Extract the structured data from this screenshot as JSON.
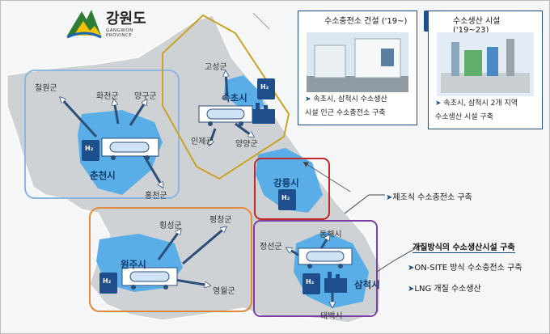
{
  "logo": {
    "name_kr": "강원도",
    "name_en": "GANGWON PROVINCE"
  },
  "callouts": {
    "station": {
      "title": "수소충전소 건설 ('19~)",
      "line1": "속초시, 삼척시 수소생산",
      "line2": "시설 인근 수소충전소 구축"
    },
    "production": {
      "title": "수소생산 시설 ('19~23)",
      "line1": "속초시, 삼척시 2개 지역",
      "line2": "수소생산 시설 구축"
    }
  },
  "regions": {
    "chuncheon": {
      "hub": "춘천시",
      "towns": [
        "철원군",
        "화천군",
        "양구군",
        "홍천군"
      ]
    },
    "sokcho": {
      "hub": "속초시",
      "towns": [
        "고성군",
        "인제군",
        "양양군"
      ]
    },
    "gangneung": {
      "hub": "강릉시"
    },
    "wonju": {
      "hub": "원주시",
      "towns": [
        "횡성군",
        "평창군",
        "영월군"
      ]
    },
    "samcheok": {
      "hub": "삼척시",
      "towns": [
        "동해시",
        "정선군",
        "태백시"
      ]
    }
  },
  "notes": {
    "gangneung": "제조식 수소충전소 구축",
    "samcheok_title": "개질방식의 수소생산시설 구축",
    "samcheok_item1": "ON-SITE 방식 수소충전소 구축",
    "samcheok_item2": "LNG 개질 수소생산"
  },
  "icon_text": "H₂",
  "colors": {
    "map_land": "#d0d3d6",
    "hub_area": "#5aaee8",
    "box_blue": "#8fb6e0",
    "box_gold": "#c9a227",
    "box_red": "#c0282a",
    "box_orange": "#e58a3a",
    "box_purple": "#7b3fa6",
    "icon_blue": "#1f4e8c",
    "note_blue": "#1f4e79"
  }
}
